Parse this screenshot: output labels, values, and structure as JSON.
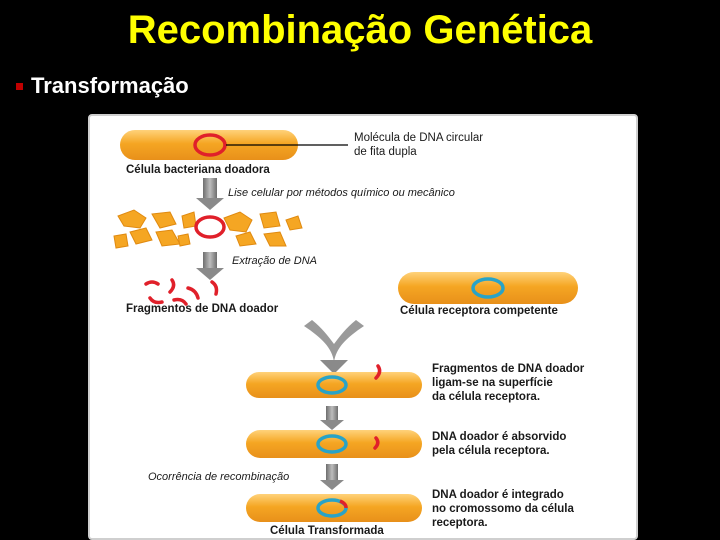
{
  "slide": {
    "title": "Recombinação Genética",
    "bullet": "Transformação"
  },
  "diagram": {
    "plasmid_label_line1": "Molécula de DNA circular",
    "plasmid_label_line2": "de fita dupla",
    "donor_cell_label": "Célula bacteriana doadora",
    "lysis_label": "Lise celular por métodos  químico ou mecânico",
    "extraction_label": "Extração de DNA",
    "fragments_label": "Fragmentos de DNA doador",
    "competent_cell_label": "Célula receptora competente",
    "step1_line1": "Fragmentos de DNA doador",
    "step1_line2": "ligam-se na superfície",
    "step1_line3": "da célula receptora.",
    "step2_line1": "DNA doador é absorvido",
    "step2_line2": "pela célula receptora.",
    "recombination_label": "Ocorrência de recombinação",
    "step3_line1": "DNA doador é integrado",
    "step3_line2": "no cromossomo da célula",
    "step3_line3": "receptora.",
    "transformed_label": "Célula Transformada"
  },
  "colors": {
    "title": "#ffff00",
    "cell_fill": "#f5a623",
    "dna_red": "#e0202a",
    "chromosome_blue": "#29a3c7",
    "arrow_gray": "#8a8a8a"
  }
}
